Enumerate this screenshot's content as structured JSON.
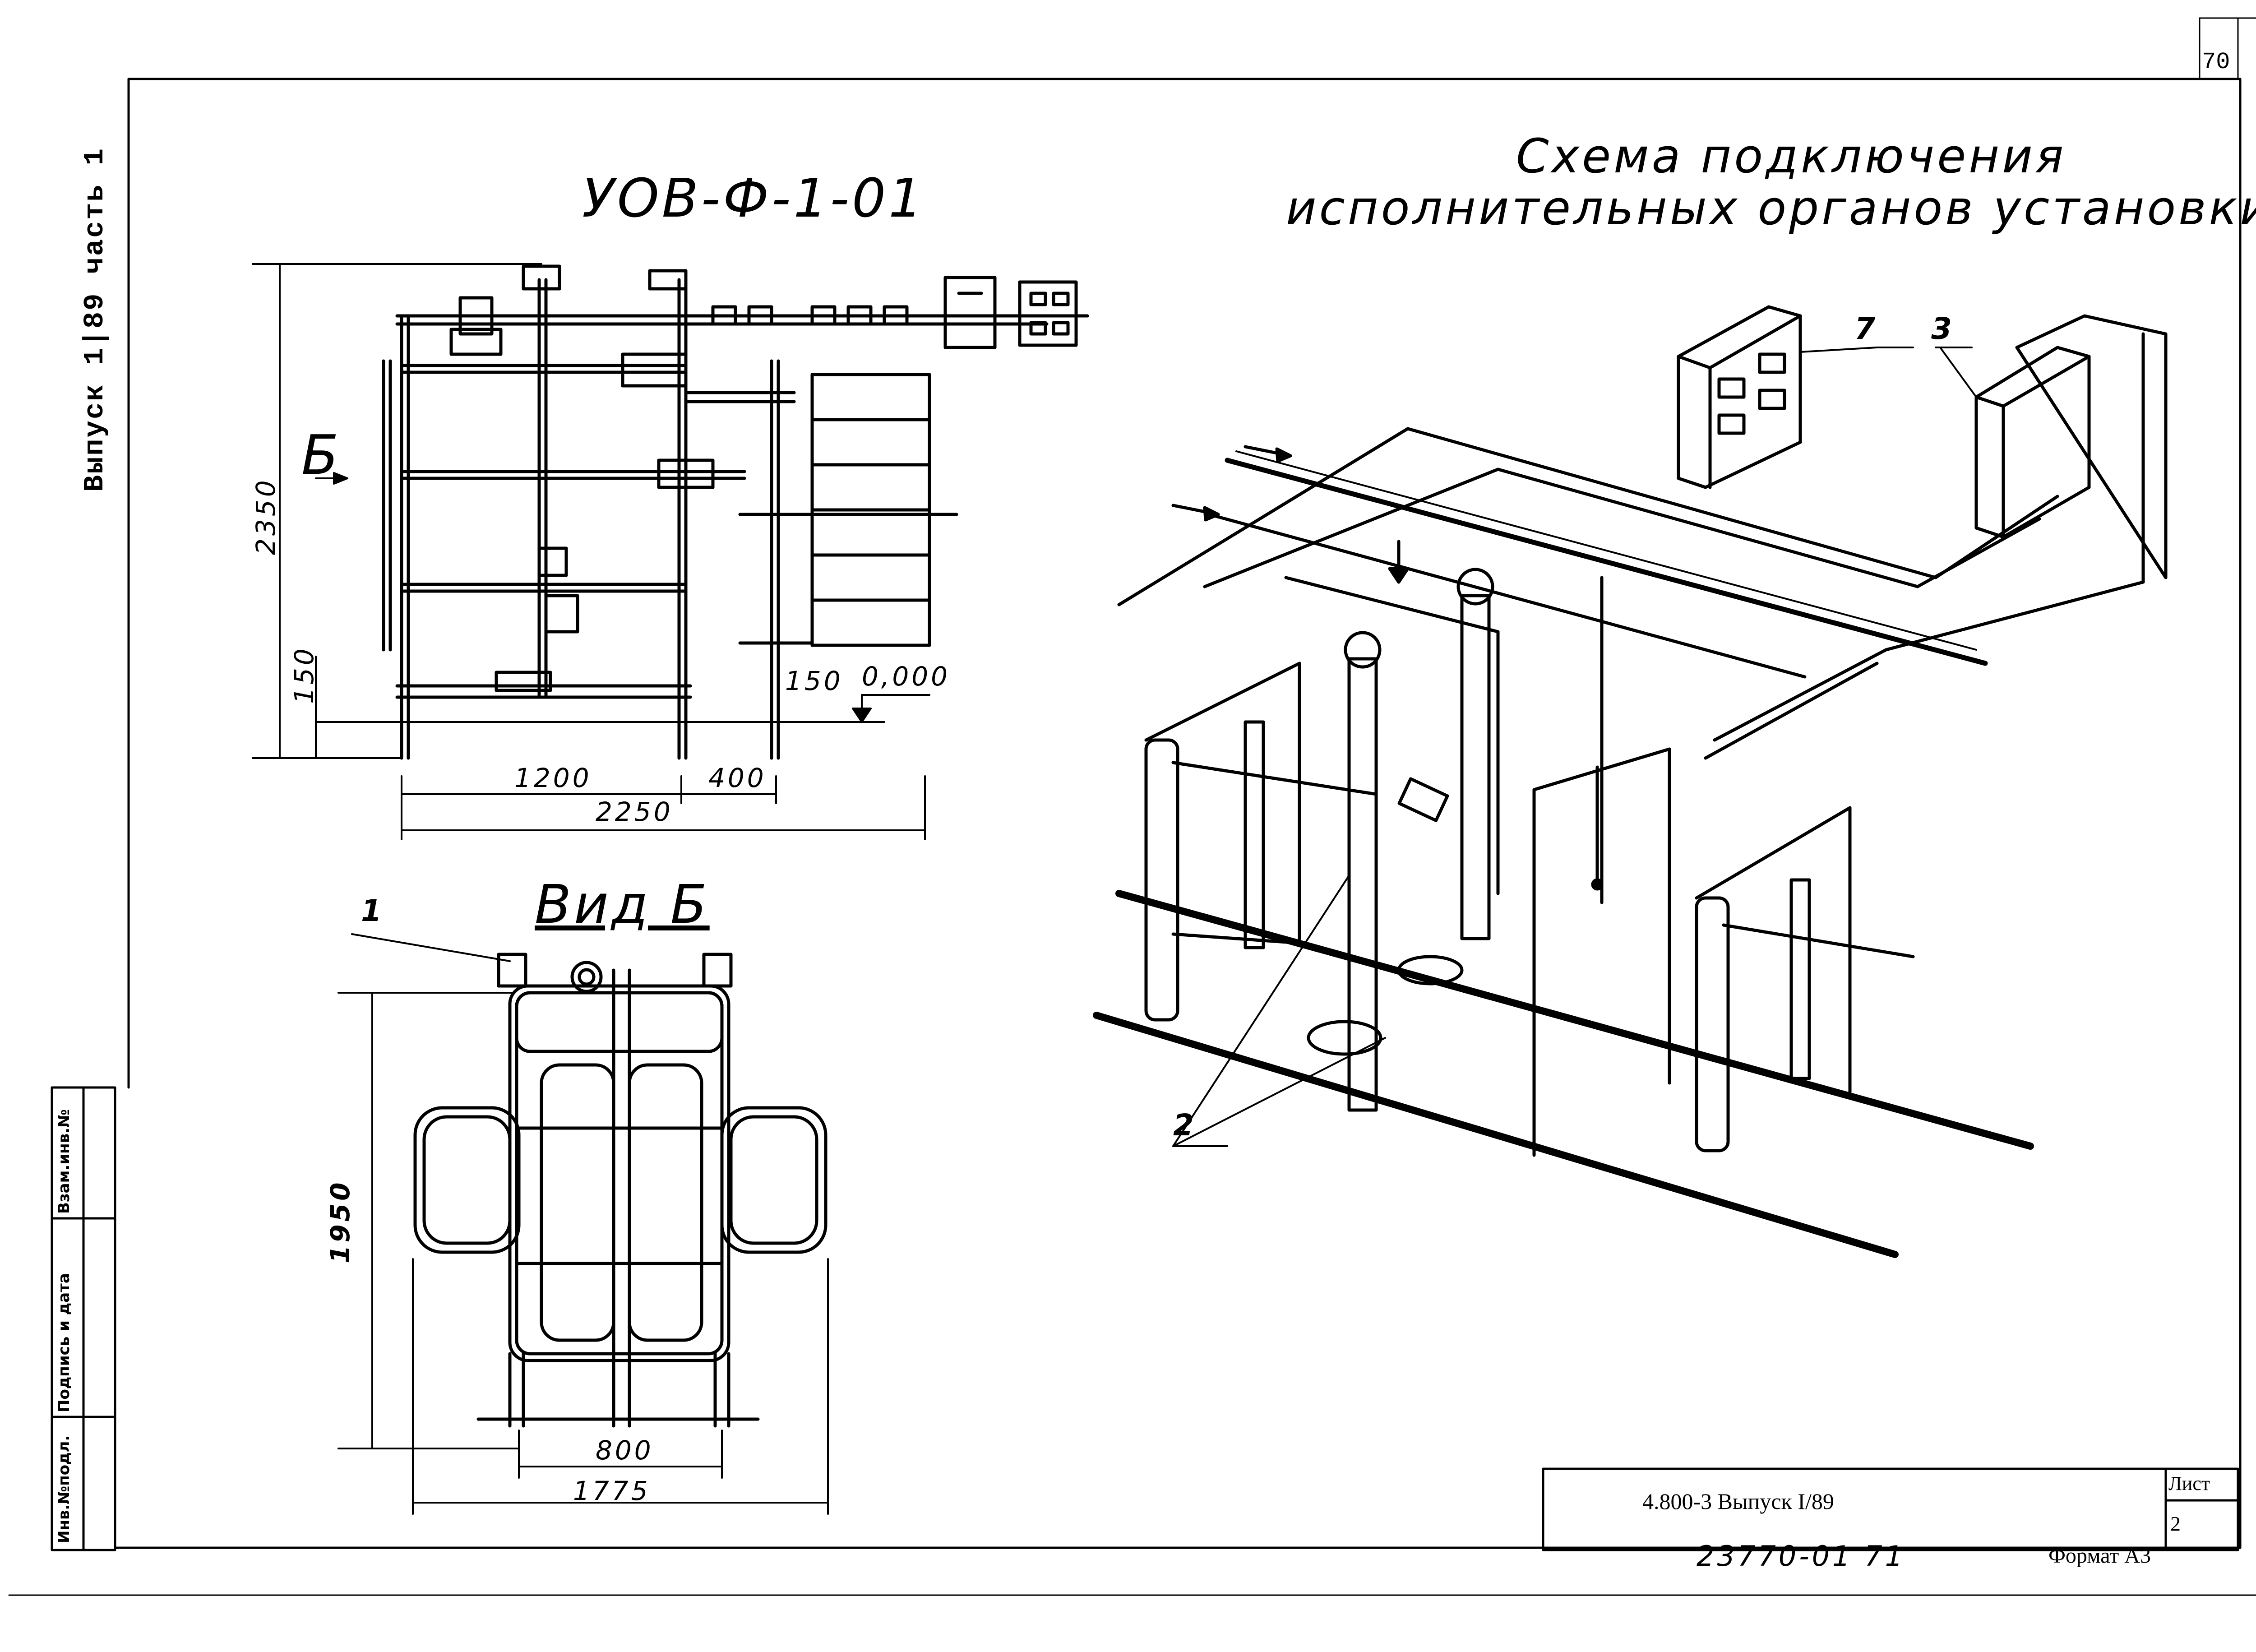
{
  "page": {
    "number": "70"
  },
  "title_left": "УОВ-Ф-1-01",
  "title_right": [
    "Схема подключения",
    "исполнительных органов установки"
  ],
  "view_label": "Вид Б",
  "view_arrow_label": "Б",
  "side_label": {
    "issue": "Выпуск",
    "fraction_num": "1",
    "fraction_den": "89",
    "part": "часть 1"
  },
  "dimensions": {
    "height_total": "2350",
    "height_low": "150",
    "width_1": "1200",
    "width_2": "400",
    "width_total": "2250",
    "offset": "150",
    "level": "0,000",
    "view_height": "1950",
    "view_inner": "800",
    "view_total": "1775"
  },
  "callouts": [
    "1",
    "2",
    "3",
    "7"
  ],
  "stamp_columns": [
    "Инв.№подл.",
    "Подпись и дата",
    "Взам.инв.№"
  ],
  "title_block": {
    "code": "4.800-3  Выпуск I/89",
    "sheet_label": "Лист",
    "sheet_no": "2",
    "bottom_number": "23770-01   71",
    "format": "Формат А3"
  },
  "colors": {
    "ink": "#000000",
    "paper": "#ffffff"
  }
}
